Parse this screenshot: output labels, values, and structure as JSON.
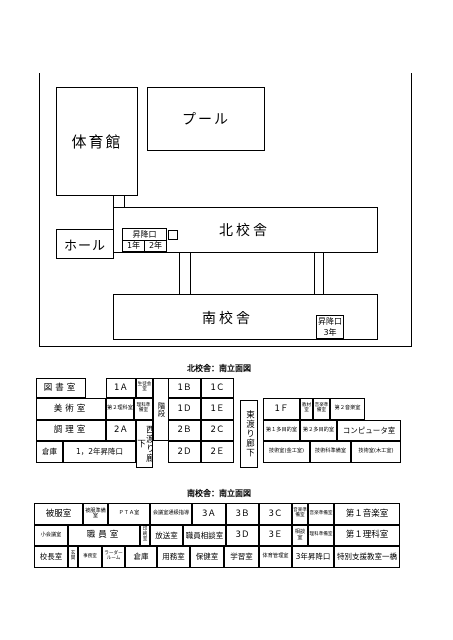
{
  "site": {
    "buildings": {
      "pool": "プール",
      "gym": "体育館",
      "hall": "ホール",
      "north": "北校舎",
      "south": "南校舎",
      "north_stair": "昇降口",
      "north_stair_1": "1年",
      "north_stair_2": "2年",
      "south_stair": "昇降口",
      "south_stair_3": "3年"
    }
  },
  "north_plan": {
    "caption": "北校舎：南立面図",
    "rooms": {
      "tosho": "図書室",
      "r1a": "1Ａ",
      "seito": "生徒会室",
      "r1b": "1Ｂ",
      "r1c": "1Ｃ",
      "bijutsu": "美術室",
      "rika2jun": "第２理科室",
      "rikajun": "理科準備室",
      "r1d": "1Ｄ",
      "r1e": "1Ｅ",
      "f1": "1Ｆ",
      "kyozai": "教材室",
      "ongakujun": "音楽準備室",
      "ongaku2": "第２音楽室",
      "chori": "調理室",
      "r2a": "2Ａ",
      "r2b": "2Ｂ",
      "r2c": "2Ｃ",
      "tamoku1": "第１多目的室",
      "tamoku2": "第２多目的室",
      "computer": "コンピュータ室",
      "soko": "倉庫",
      "stair12": "1，2年昇降口",
      "r2d": "2Ｄ",
      "r2e": "2Ｅ",
      "gijutsu_kinko": "技術室(金工室)",
      "gijutsujun": "技術科準備室",
      "gijutsu_mokko": "技術室(木工室)",
      "nishi_watari": "西渡り廊下",
      "kaidan": "階段",
      "higashi_watari": "東渡り廊下"
    }
  },
  "south_plan": {
    "caption": "南校舎：南立面図",
    "rooms": {
      "hikari": "被服室",
      "hikarijun": "被服準備室",
      "pta": "ＰＴＡ室",
      "kaigi": "会議室通級指導",
      "r3a": "3Ａ",
      "r3b": "3Ｂ",
      "r3c": "3Ｃ",
      "ongakujun": "音楽準備室",
      "ongakujun2": "音楽準備室",
      "ongaku1": "第１音楽室",
      "shokaigi": "小会議室",
      "shokuin": "職員室",
      "insatsu": "印刷室",
      "hoso": "放送室",
      "kyoiku_sodan": "職員相談室",
      "r3d": "3Ｄ",
      "r3e": "3Ｅ",
      "kumikyoshitsu": "相談室",
      "rikajun": "理科準備室",
      "rika1": "第１理科室",
      "kocho": "校長室",
      "genkan": "玄関",
      "jimu": "事務室",
      "rozu": "ラーダールーム",
      "soko": "倉庫",
      "yomu": "用務室",
      "hoken": "保健室",
      "gakushu": "学習室",
      "taiikukanri": "体育管理室",
      "stair3": "3年昇降口",
      "tokubetsu": "特別支援教室一橋"
    }
  }
}
